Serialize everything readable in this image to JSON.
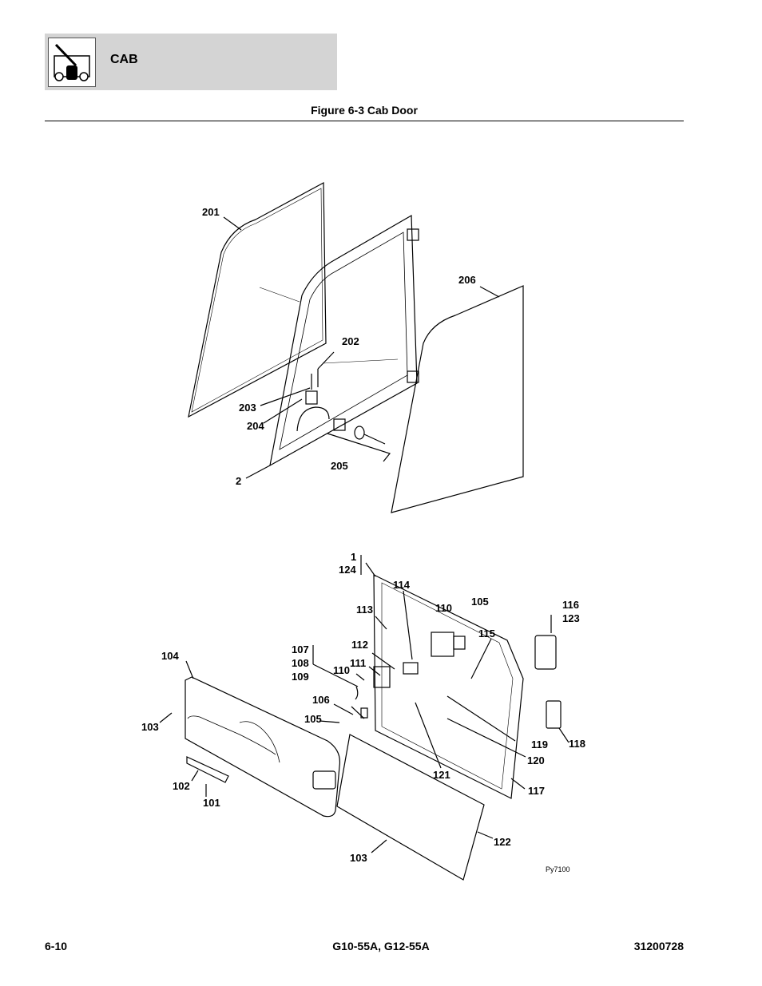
{
  "header": {
    "section": "CAB",
    "logo_icon": "machine-icon"
  },
  "figure": {
    "title": "Figure 6-3 Cab Door",
    "code": "Py7100",
    "callouts": {
      "c201": "201",
      "c206": "206",
      "c202": "202",
      "c203": "203",
      "c204": "204",
      "c205": "205",
      "c2": "2",
      "c1": "1",
      "c124": "124",
      "c114": "114",
      "c110a": "110",
      "c105a": "105",
      "c116": "116",
      "c123": "123",
      "c113": "113",
      "c115": "115",
      "c112": "112",
      "c107": "107",
      "c108": "108",
      "c109": "109",
      "c111": "111",
      "c110b": "110",
      "c104": "104",
      "c106": "106",
      "c105b": "105",
      "c103a": "103",
      "c118": "118",
      "c119": "119",
      "c120": "120",
      "c121": "121",
      "c117": "117",
      "c102": "102",
      "c101": "101",
      "c122": "122",
      "c103b": "103"
    }
  },
  "footer": {
    "page": "6-10",
    "model": "G10-55A, G12-55A",
    "doc_number": "31200728"
  }
}
